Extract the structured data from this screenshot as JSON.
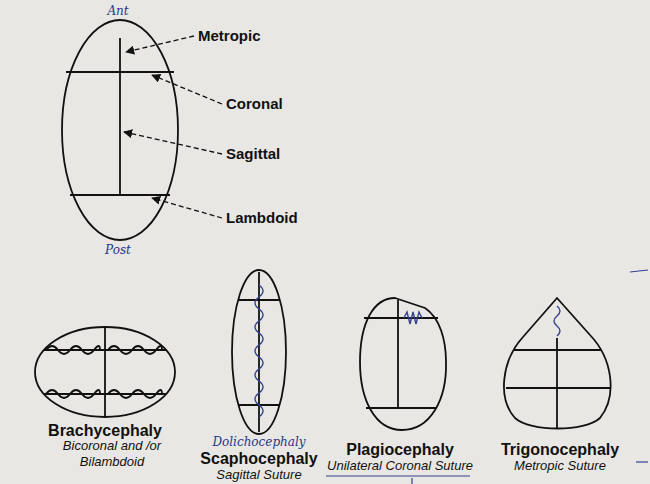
{
  "diagram": {
    "labels": [
      "Ant",
      "Metropic",
      "Coronal",
      "Sagittal",
      "Lambdoid",
      "Post",
      "Brachycephaly",
      "Bicoronal and /or Bilambdoid",
      "Dolichocephaly",
      "Scaphocephaly",
      "Sagittal Suture",
      "Plagiocephaly",
      "Unilateral Coronal Suture",
      "Trigonocephaly",
      "Metropic Suture"
    ]
  }
}
